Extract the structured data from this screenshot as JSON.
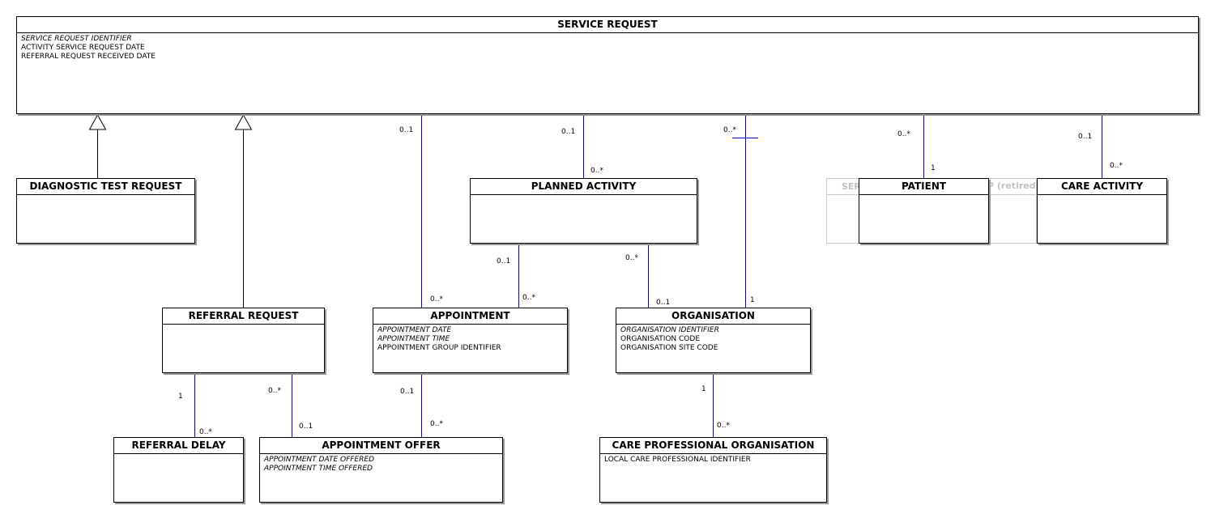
{
  "entities": {
    "service_request": {
      "title": "SERVICE REQUEST",
      "attrs": [
        {
          "text": "SERVICE REQUEST IDENTIFIER",
          "key": true
        },
        {
          "text": "ACTIVITY SERVICE REQUEST DATE",
          "key": false
        },
        {
          "text": "REFERRAL REQUEST RECEIVED DATE",
          "key": false
        }
      ]
    },
    "diagnostic_test_request": {
      "title": "DIAGNOSTIC TEST REQUEST",
      "attrs": []
    },
    "planned_activity": {
      "title": "PLANNED ACTIVITY",
      "attrs": []
    },
    "patient": {
      "title": "PATIENT",
      "attrs": []
    },
    "care_activity": {
      "title": "CARE ACTIVITY",
      "attrs": []
    },
    "referral_request": {
      "title": "REFERRAL REQUEST",
      "attrs": []
    },
    "appointment": {
      "title": "APPOINTMENT",
      "attrs": [
        {
          "text": "APPOINTMENT DATE",
          "key": true
        },
        {
          "text": "APPOINTMENT TIME",
          "key": true
        },
        {
          "text": "APPOINTMENT GROUP IDENTIFIER",
          "key": false
        }
      ]
    },
    "organisation": {
      "title": "ORGANISATION",
      "attrs": [
        {
          "text": "ORGANISATION IDENTIFIER",
          "key": true
        },
        {
          "text": "ORGANISATION CODE",
          "key": false
        },
        {
          "text": "ORGANISATION SITE CODE",
          "key": false
        }
      ]
    },
    "referral_delay": {
      "title": "REFERRAL DELAY",
      "attrs": []
    },
    "appointment_offer": {
      "title": "APPOINTMENT OFFER",
      "attrs": [
        {
          "text": "APPOINTMENT DATE OFFERED",
          "key": true
        },
        {
          "text": "APPOINTMENT TIME OFFERED",
          "key": true
        }
      ]
    },
    "care_professional_organisation": {
      "title": "CARE PROFESSIONAL ORGANISATION",
      "attrs": [
        {
          "text": "LOCAL CARE PROFESSIONAL IDENTIFIER",
          "key": false
        }
      ]
    }
  },
  "retired_entity": {
    "title_start": "SER",
    "title_end": "P (retired)"
  },
  "relationships": {
    "sr_appointment": {
      "from": "0..1",
      "to": "0..*"
    },
    "sr_planned_activity": {
      "from": "0..1",
      "to": "0..*"
    },
    "sr_organisation": {
      "from": "0..*",
      "to": "1"
    },
    "sr_patient": {
      "from": "0..*",
      "to": "1"
    },
    "sr_care_activity": {
      "from": "0..1",
      "to": "0..*"
    },
    "pa_appointment": {
      "from": "0..1",
      "to": "0..*"
    },
    "pa_organisation": {
      "from": "0..*",
      "to": "0..1"
    },
    "rr_referral_delay": {
      "from": "1",
      "to": "0..*"
    },
    "rr_appointment_offer": {
      "from": "0..*",
      "to": "0..1"
    },
    "appt_appointment_offer": {
      "from": "0..1",
      "to": "0..*"
    },
    "org_cpo": {
      "from": "1",
      "to": "0..*"
    }
  },
  "colors": {
    "relationship_line": "#0000c0",
    "generalisation_line": "#000000",
    "retired": "#c0c0c0"
  }
}
